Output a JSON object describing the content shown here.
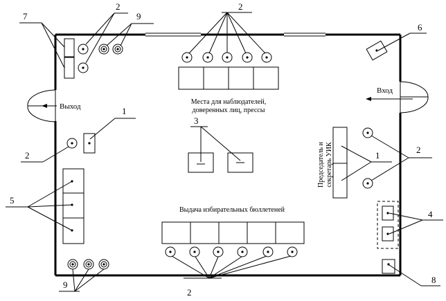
{
  "labels": {
    "exit": "Выход",
    "entry": "Вход",
    "observers_line1": "Места для наблюдателей,",
    "observers_line2": "доверенных лиц, прессы",
    "ballots": "Выдача избирательных бюллетеней",
    "chair_line1": "Председатель и",
    "chair_line2": "секретарь УИК"
  },
  "callouts": {
    "c1": "1",
    "c2": "2",
    "c3": "3",
    "c4": "4",
    "c5": "5",
    "c6": "6",
    "c7": "7",
    "c8": "8",
    "c9": "9"
  }
}
